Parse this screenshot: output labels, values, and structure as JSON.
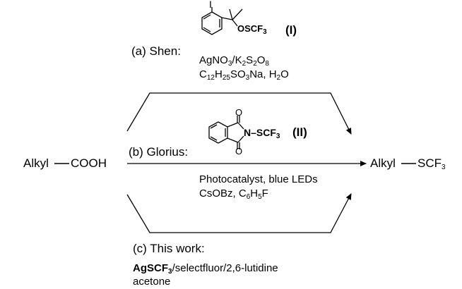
{
  "reactant": {
    "prefix": "Alkyl",
    "group": "COOH"
  },
  "product": {
    "prefix": "Alkyl",
    "group": "SCF",
    "group_sub": "3"
  },
  "route_a": {
    "label": "(a) Shen:",
    "reagent_label": "(I)",
    "reagent_group": "OSCF",
    "reagent_group_sub": "3",
    "reagent_iodo": "I",
    "cond1": [
      "AgNO",
      "3",
      "/K",
      "2",
      "S",
      "2",
      "O",
      "8"
    ],
    "cond2": [
      "C",
      "12",
      "H",
      "25",
      "SO",
      "3",
      "Na, H",
      "2",
      "O"
    ]
  },
  "route_b": {
    "label": "(b) Glorius:",
    "reagent_label": "(II)",
    "reagent_group": "N–SCF",
    "reagent_group_sub": "3",
    "reagent_oxo": "O",
    "cond1": "Photocatalyst, blue LEDs",
    "cond2": [
      "CsOBz, C",
      "6",
      "H",
      "5",
      "F"
    ]
  },
  "route_c": {
    "label": "(c) This work:",
    "reagent_bold": [
      "AgSCF",
      "3"
    ],
    "reagent_rest": "/selectfluor/2,6-lutidine",
    "solvent": "acetone"
  }
}
